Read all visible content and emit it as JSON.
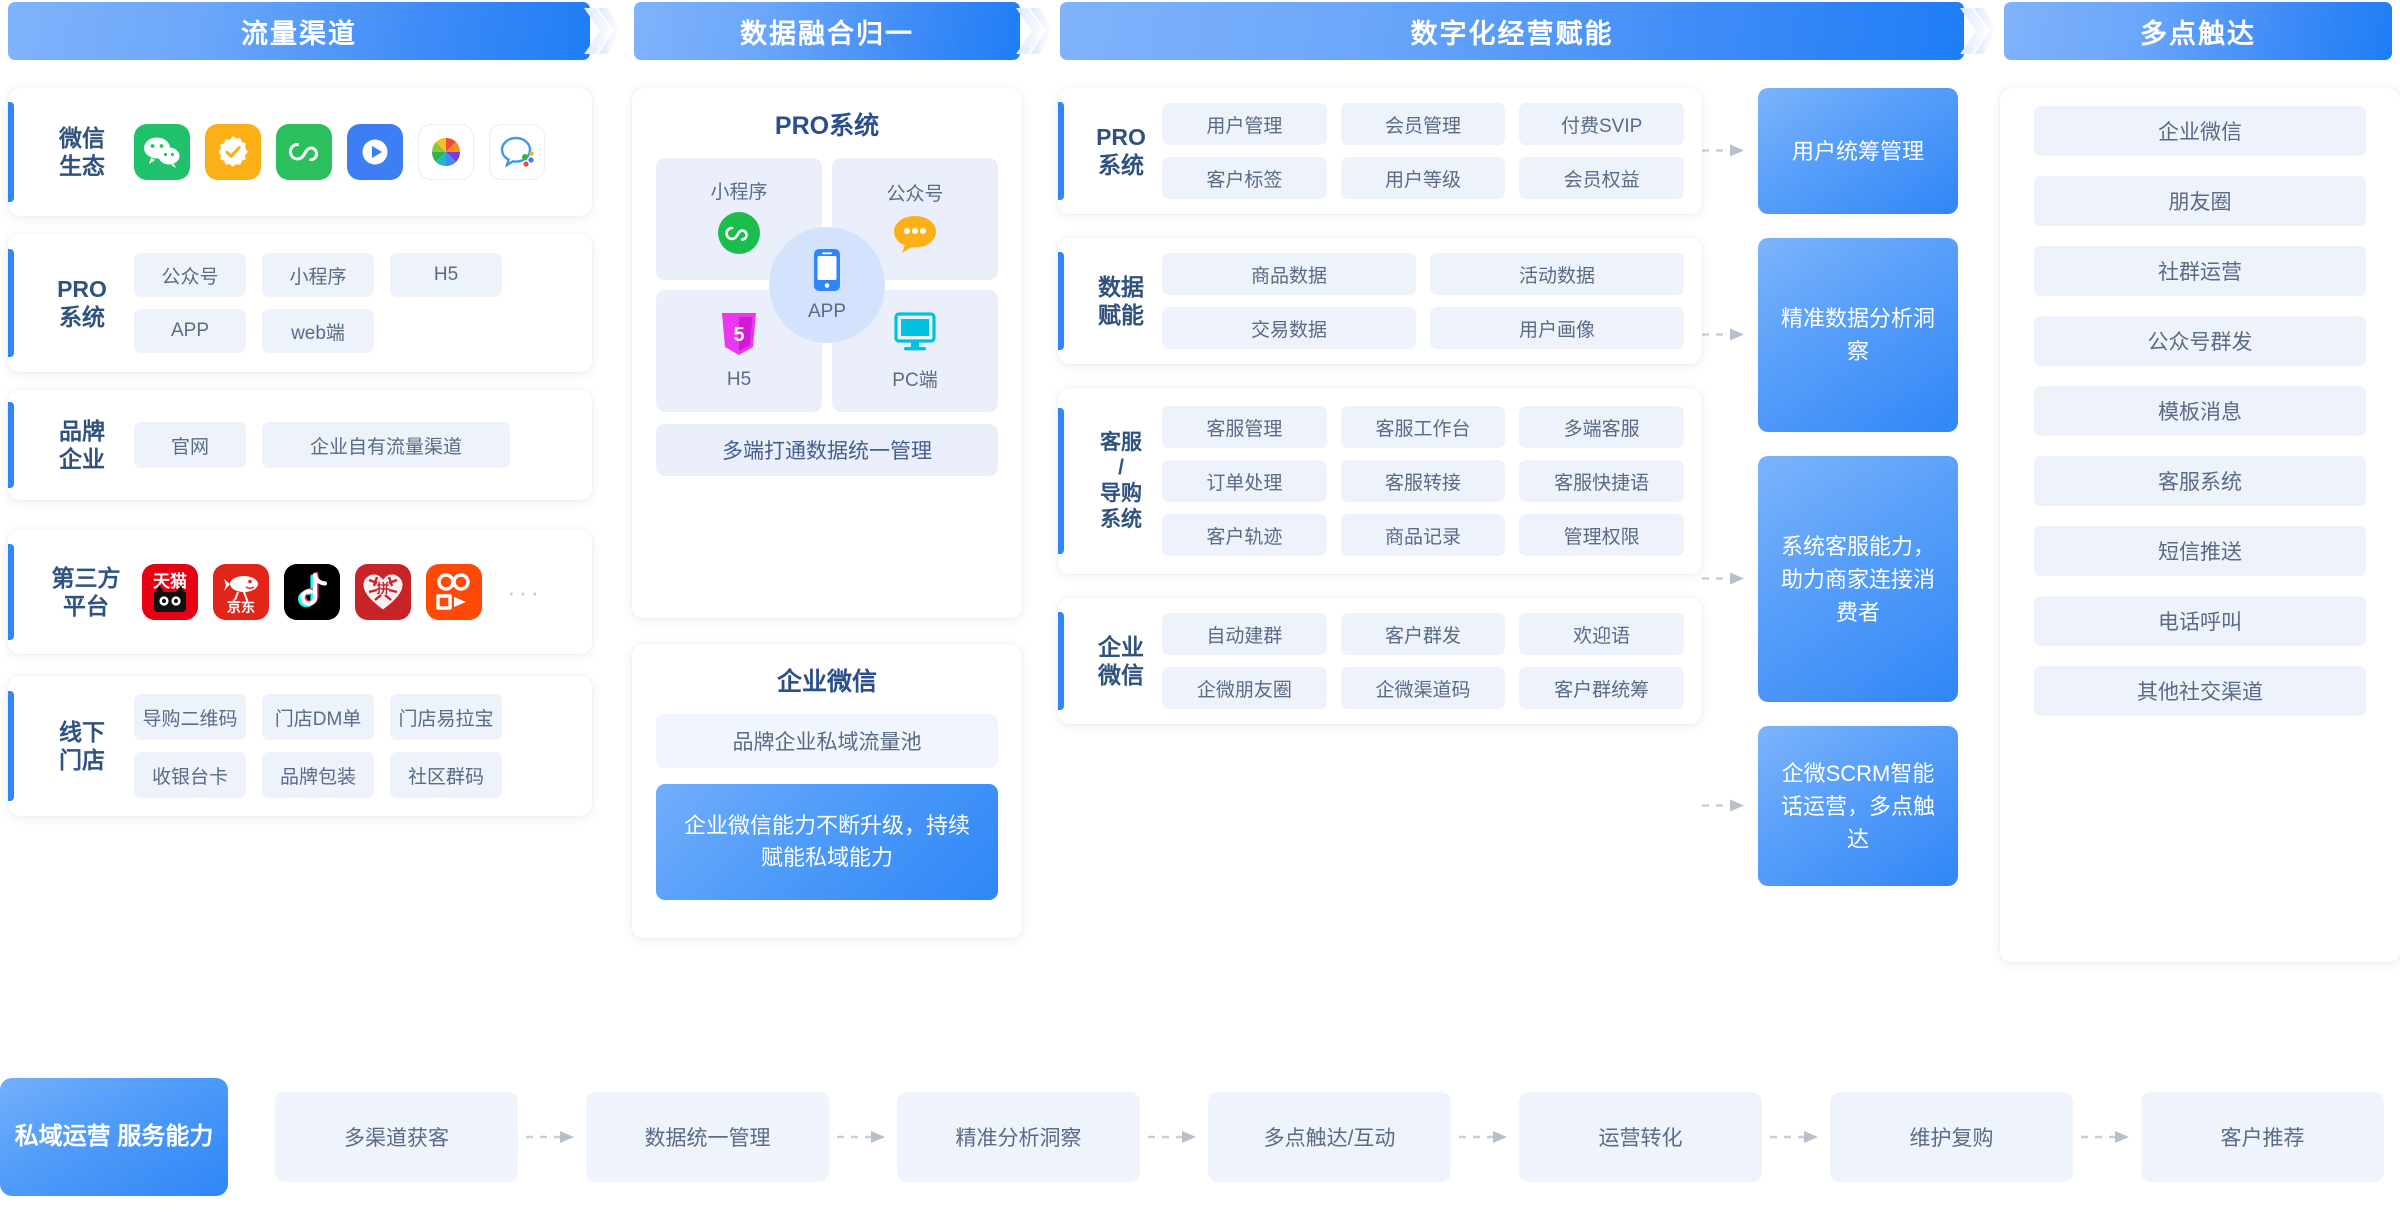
{
  "banners": [
    {
      "label": "流量渠道"
    },
    {
      "label": "数据融合归一"
    },
    {
      "label": "数字化经营赋能"
    },
    {
      "label": "多点触达"
    }
  ],
  "column_traffic": {
    "wechat_eco": {
      "label": "微信\n生态",
      "icons": [
        "wechat-icon",
        "wechat-pay-icon",
        "mini-program-icon",
        "wechat-channels-icon",
        "wechat-shop-icon",
        "wechat-customer-service-icon"
      ]
    },
    "pro_system": {
      "label": "PRO\n系统",
      "chips": [
        "公众号",
        "小程序",
        "H5",
        "APP",
        "web端"
      ]
    },
    "brand_enterprise": {
      "label": "品牌\n企业",
      "chips": [
        "官网",
        "企业自有流量渠道"
      ]
    },
    "third_party": {
      "label": "第三方\n平台",
      "logos": [
        "tmall-logo",
        "jd-logo",
        "douyin-logo",
        "pinduoduo-logo",
        "kuaishou-logo"
      ],
      "more": "···"
    },
    "offline_store": {
      "label": "线下\n门店",
      "chips": [
        "导购二维码",
        "门店DM单",
        "门店易拉宝",
        "收银台卡",
        "品牌包装",
        "社区群码"
      ]
    }
  },
  "column_fusion": {
    "pro_card": {
      "title": "PRO系统",
      "quadrants": [
        {
          "label": "小程序",
          "icon": "mini-program-icon",
          "label_on_top": true
        },
        {
          "label": "公众号",
          "icon": "official-account-icon",
          "label_on_top": true
        },
        {
          "label": "H5",
          "icon": "html5-icon",
          "label_on_top": false
        },
        {
          "label": "PC端",
          "icon": "desktop-icon",
          "label_on_top": false
        }
      ],
      "center": {
        "label": "APP",
        "icon": "mobile-phone-icon"
      },
      "footer": "多端打通数据统一管理"
    },
    "wecom_card": {
      "title": "企业微信",
      "chip": "品牌企业私域流量池",
      "highlight": "企业微信能力不断升级，持续赋能私域能力"
    }
  },
  "column_digital": {
    "groups": [
      {
        "label": "PRO\n系统",
        "columns": 3,
        "chips": [
          "用户管理",
          "会员管理",
          "付费SVIP",
          "客户标签",
          "用户等级",
          "会员权益"
        ]
      },
      {
        "label": "数据\n赋能",
        "columns": 2,
        "chips": [
          "商品数据",
          "活动数据",
          "交易数据",
          "用户画像"
        ]
      },
      {
        "label": "客服\n/\n导购\n系统",
        "columns": 3,
        "chips": [
          "客服管理",
          "客服工作台",
          "多端客服",
          "订单处理",
          "客服转接",
          "客服快捷语",
          "客户轨迹",
          "商品记录",
          "管理权限"
        ]
      },
      {
        "label": "企业\n微信",
        "columns": 3,
        "chips": [
          "自动建群",
          "客户群发",
          "欢迎语",
          "企微朋友圈",
          "企微渠道码",
          "客户群统筹"
        ]
      }
    ]
  },
  "column_outcomes": {
    "blocks": [
      "用户统筹管理",
      "精准数据分析洞察",
      "系统客服能力，助力商家连接消费者",
      "企微SCRM智能话运营，多点触达"
    ]
  },
  "column_touchpoints": {
    "chips": [
      "企业微信",
      "朋友圈",
      "社群运营",
      "公众号群发",
      "模板消息",
      "客服系统",
      "短信推送",
      "电话呼叫",
      "其他社交渠道"
    ]
  },
  "bottom": {
    "title": "私域运营\n服务能力",
    "steps": [
      "多渠道获客",
      "数据统一管理",
      "精准分析洞察",
      "多点触达/互动",
      "运营转化",
      "维护复购",
      "客户推荐"
    ]
  },
  "colors": {
    "accent": "#2f86f6",
    "banner_start": "#7fb3fb",
    "banner_end": "#1f7df5",
    "chip_bg": "#eef2fb",
    "label_text": "#30527f",
    "chip_text": "#5a6b86"
  }
}
